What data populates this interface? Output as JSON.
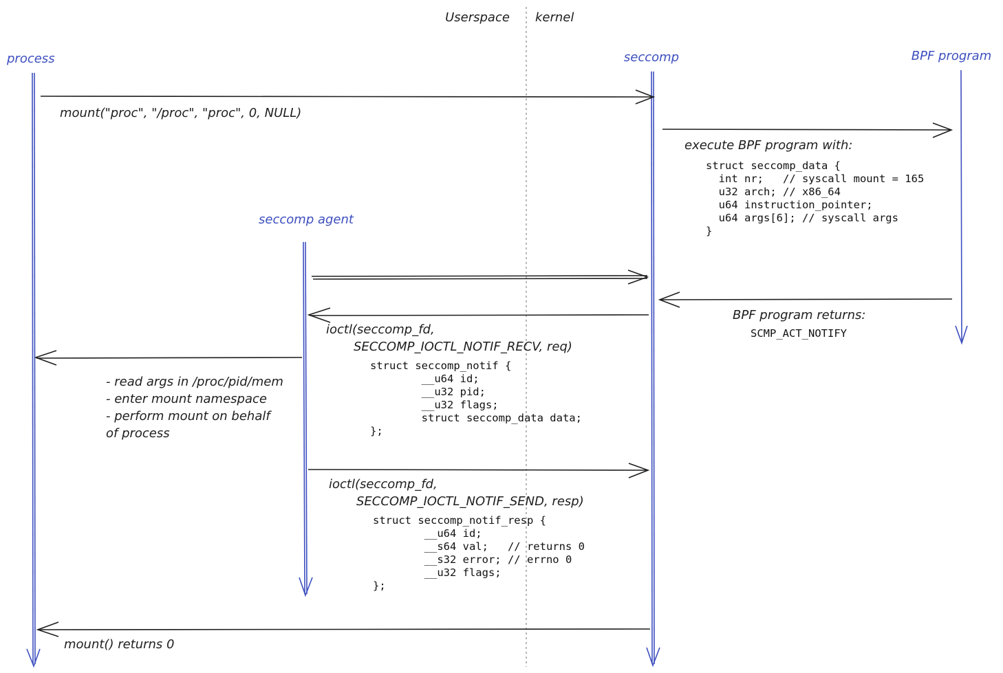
{
  "regions": {
    "left": "Userspace",
    "right": "kernel"
  },
  "actors": {
    "process": "process",
    "seccomp": "seccomp",
    "bpf": "BPF program",
    "agent": "seccomp agent"
  },
  "messages": {
    "m1": {
      "label": "mount(\"proc\", \"/proc\", \"proc\", 0, NULL)"
    },
    "m2": {
      "label": "execute BPF program with:",
      "code": [
        "struct seccomp_data {",
        "  int nr;   // syscall mount = 165",
        "  u32 arch; // x86_64",
        "  u64 instruction_pointer;",
        "  u64 args[6]; // syscall args",
        "}"
      ]
    },
    "m3": {
      "label": "BPF program returns:",
      "code": [
        "SCMP_ACT_NOTIFY"
      ]
    },
    "m4": {
      "label": [
        "ioctl(seccomp_fd,",
        "SECCOMP_IOCTL_NOTIF_RECV, req)"
      ],
      "code": [
        "struct seccomp_notif {",
        "        __u64 id;",
        "        __u32 pid;",
        "        __u32 flags;",
        "        struct seccomp_data data;",
        "};"
      ]
    },
    "m5": {
      "label": [
        "- read args in /proc/pid/mem",
        "- enter mount namespace",
        "- perform mount on behalf",
        "of process"
      ]
    },
    "m6": {
      "label": [
        "ioctl(seccomp_fd,",
        "SECCOMP_IOCTL_NOTIF_SEND, resp)"
      ],
      "code": [
        "struct seccomp_notif_resp {",
        "        __u64 id;",
        "        __s64 val;   // returns 0",
        "        __s32 error; // errno 0",
        "        __u32 flags;",
        "};"
      ]
    },
    "m7": {
      "label": "mount() returns 0"
    }
  },
  "colors": {
    "actor": "#3d4fbf",
    "ink": "#1e1e1e",
    "divider": "#9a9a9a"
  }
}
